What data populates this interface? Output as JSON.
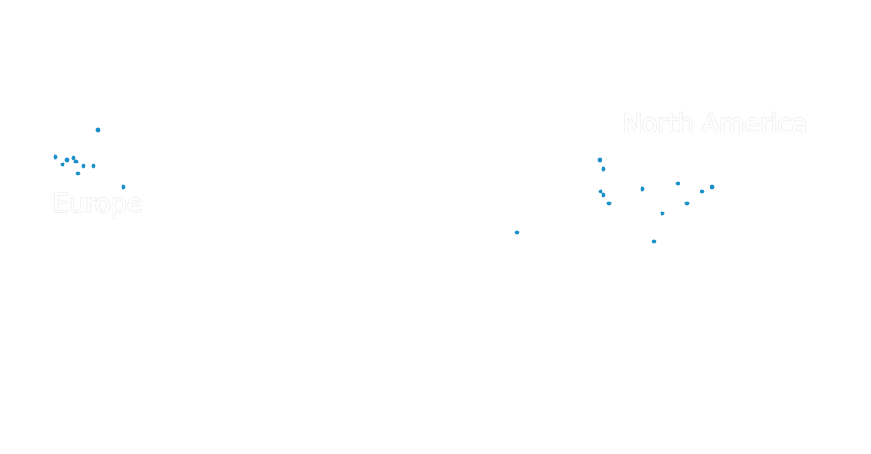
{
  "regions": [
    {
      "id": "europe",
      "label": "Europe"
    },
    {
      "id": "north-america",
      "label": "North America"
    }
  ],
  "marker_color": "#1a8fc8",
  "background_color": "#ffffff",
  "label_fill": "#ffffff",
  "label_outline": "#ececec"
}
